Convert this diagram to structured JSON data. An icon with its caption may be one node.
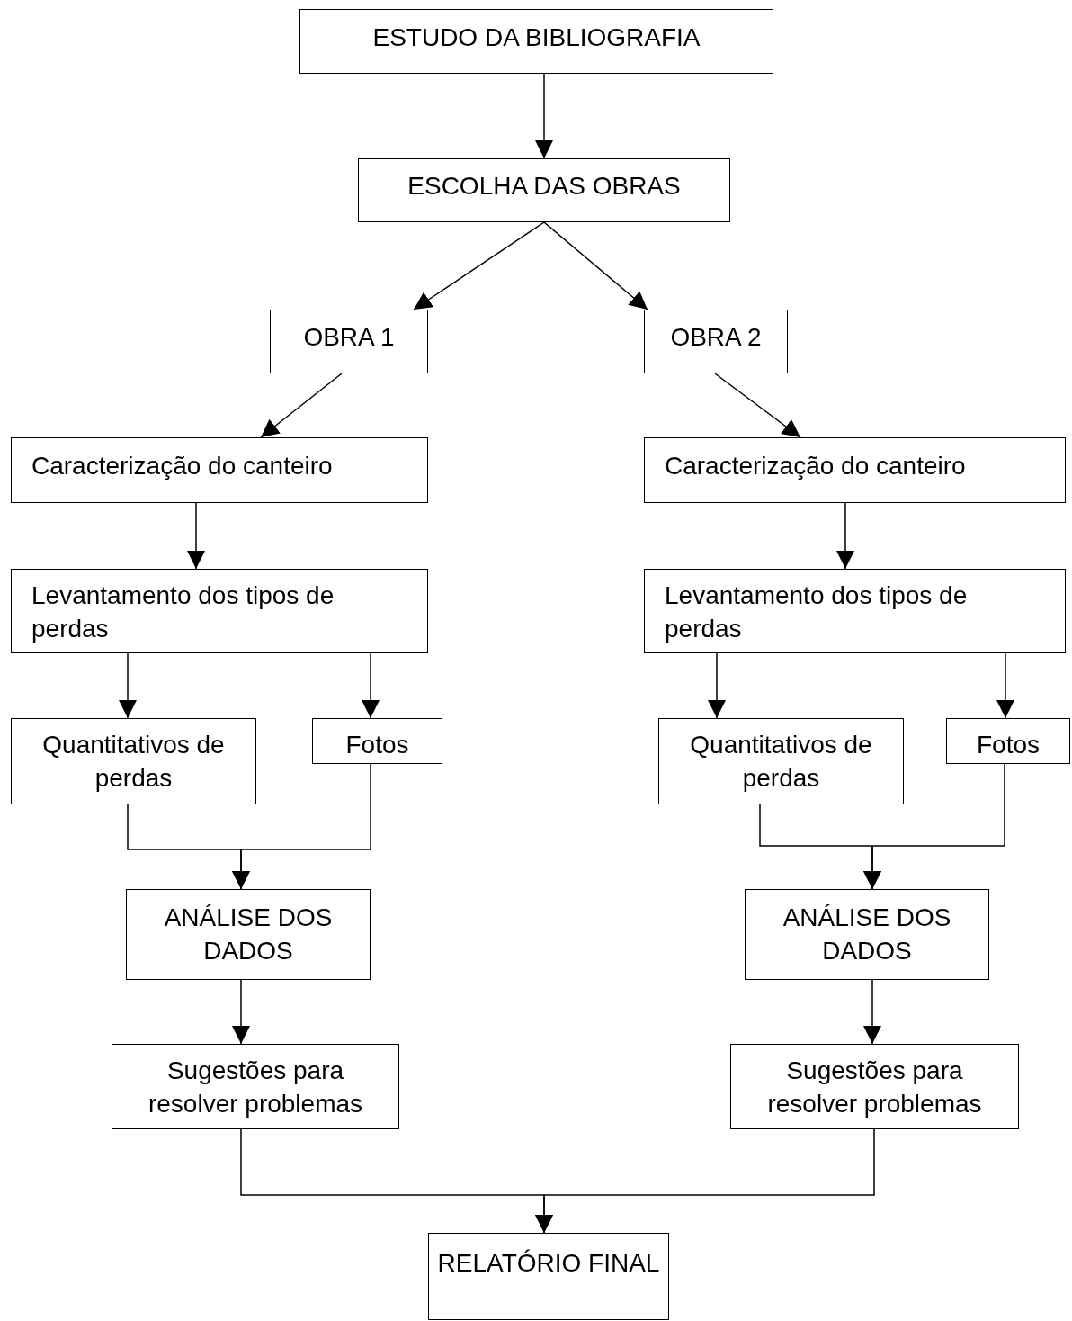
{
  "diagram": {
    "nodes": [
      {
        "text": [
          "ESTUDO DA BIBLIOGRAFIA"
        ]
      },
      {
        "text": [
          "ESCOLHA DAS OBRAS"
        ]
      },
      {
        "text": [
          "OBRA 1"
        ]
      },
      {
        "text": [
          "OBRA 2"
        ]
      },
      {
        "text": [
          "Caracterização do canteiro"
        ]
      },
      {
        "text": [
          "Caracterização do canteiro"
        ]
      },
      {
        "text": [
          "Levantamento dos tipos de perdas"
        ]
      },
      {
        "text": [
          "Levantamento dos tipos de perdas"
        ]
      },
      {
        "text": [
          "Quantitativos de perdas"
        ]
      },
      {
        "text": [
          "Fotos"
        ]
      },
      {
        "text": [
          "Quantitativos de perdas"
        ]
      },
      {
        "text": [
          "Fotos"
        ]
      },
      {
        "text": [
          "ANÁLISE DOS DADOS"
        ]
      },
      {
        "text": [
          "ANÁLISE DOS DADOS"
        ]
      },
      {
        "text": [
          "Sugestões para resolver problemas"
        ]
      },
      {
        "text": [
          "Sugestões para resolver problemas"
        ]
      },
      {
        "text": [
          "RELATÓRIO FINAL"
        ]
      }
    ],
    "edges": [
      {
        "from": 0,
        "to": 1,
        "arrow": "to"
      },
      {
        "from": 1,
        "to": 2,
        "arrow": "to"
      },
      {
        "from": 1,
        "to": 3,
        "arrow": "to"
      },
      {
        "from": 2,
        "to": 4,
        "arrow": "to"
      },
      {
        "from": 3,
        "to": 5,
        "arrow": "to"
      },
      {
        "from": 4,
        "to": 6,
        "arrow": "to"
      },
      {
        "from": 5,
        "to": 7,
        "arrow": "to"
      },
      {
        "from": 6,
        "to": 8,
        "arrow": "to"
      },
      {
        "from": 6,
        "to": 9,
        "arrow": "to"
      },
      {
        "from": 7,
        "to": 10,
        "arrow": "to"
      },
      {
        "from": 7,
        "to": 11,
        "arrow": "to"
      },
      {
        "from": 8,
        "to": 12,
        "arrow": "to"
      },
      {
        "from": 9,
        "to": 12,
        "arrow": "to"
      },
      {
        "from": 10,
        "to": 13,
        "arrow": "to"
      },
      {
        "from": 11,
        "to": 13,
        "arrow": "to"
      },
      {
        "from": 12,
        "to": 14,
        "arrow": "to"
      },
      {
        "from": 13,
        "to": 15,
        "arrow": "to"
      },
      {
        "from": 14,
        "to": 16,
        "arrow": "to"
      },
      {
        "from": 15,
        "to": 16,
        "arrow": "to"
      }
    ]
  }
}
